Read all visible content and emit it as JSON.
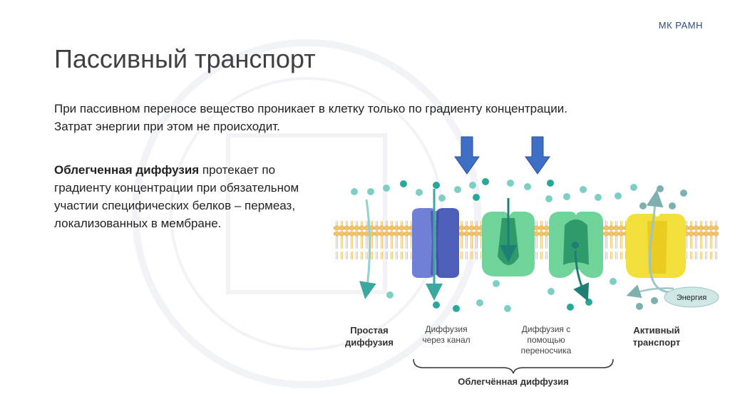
{
  "header": {
    "brand": "МК РАМН",
    "title": "Пассивный транспорт"
  },
  "intro": {
    "line1": "При пассивном переносе вещество проникает в клетку только по градиенту концентрации.",
    "line2": "Затрат энергии при этом не происходит."
  },
  "facilitated": {
    "term": "Облегченная диффузия",
    "rest": " протекает по градиенту концентрации при обязательном участии специфических белков – пермеаз, локализованных в мембране."
  },
  "diagram": {
    "simple_1": "Простая",
    "simple_2": "диффузия",
    "channel_1": "Диффузия",
    "channel_2": "через канал",
    "carrier_1": "Диффузия с",
    "carrier_2": "помощью",
    "carrier_3": "переносчика",
    "active_1": "Активный",
    "active_2": "транспорт",
    "energy": "Энергия",
    "facilitated_bracket": "Облегчённая диффузия"
  },
  "colors": {
    "title": "#404040",
    "brand": "#2e4a7a",
    "membrane": "#f2c46a",
    "channel": "#5b6fc7",
    "carrier": "#5fc98d",
    "active": "#f3df3a",
    "molecule": "#2aa79b",
    "arrow_blue": "#3d6fc4"
  }
}
